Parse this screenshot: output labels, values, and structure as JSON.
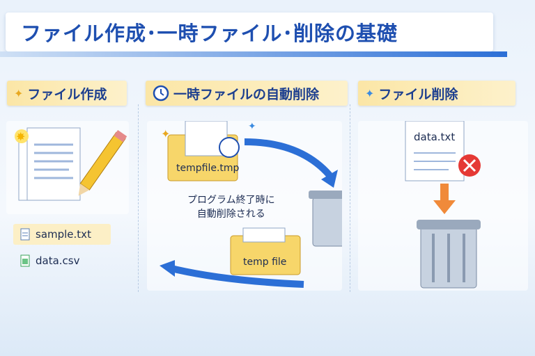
{
  "title": "ファイル作成･一時ファイル･削除の基礎",
  "sections": {
    "create": {
      "heading": "ファイル作成",
      "files": [
        {
          "name": "sample.txt",
          "icon": "text-file-icon"
        },
        {
          "name": "data.csv",
          "icon": "csv-file-icon"
        }
      ]
    },
    "temp": {
      "heading": "一時ファイルの自動削除",
      "temp_file": "tempfile.tmp",
      "caption_line1": "プログラム終了時に",
      "caption_line2": "自動削除される",
      "folder2": "temp file"
    },
    "delete": {
      "heading": "ファイル削除",
      "file": "data.txt"
    }
  },
  "colors": {
    "accent": "#1e4fb0",
    "ribbon": "#fbe6a6",
    "arrow": "#2c6fd6",
    "delete": "#e53935"
  }
}
